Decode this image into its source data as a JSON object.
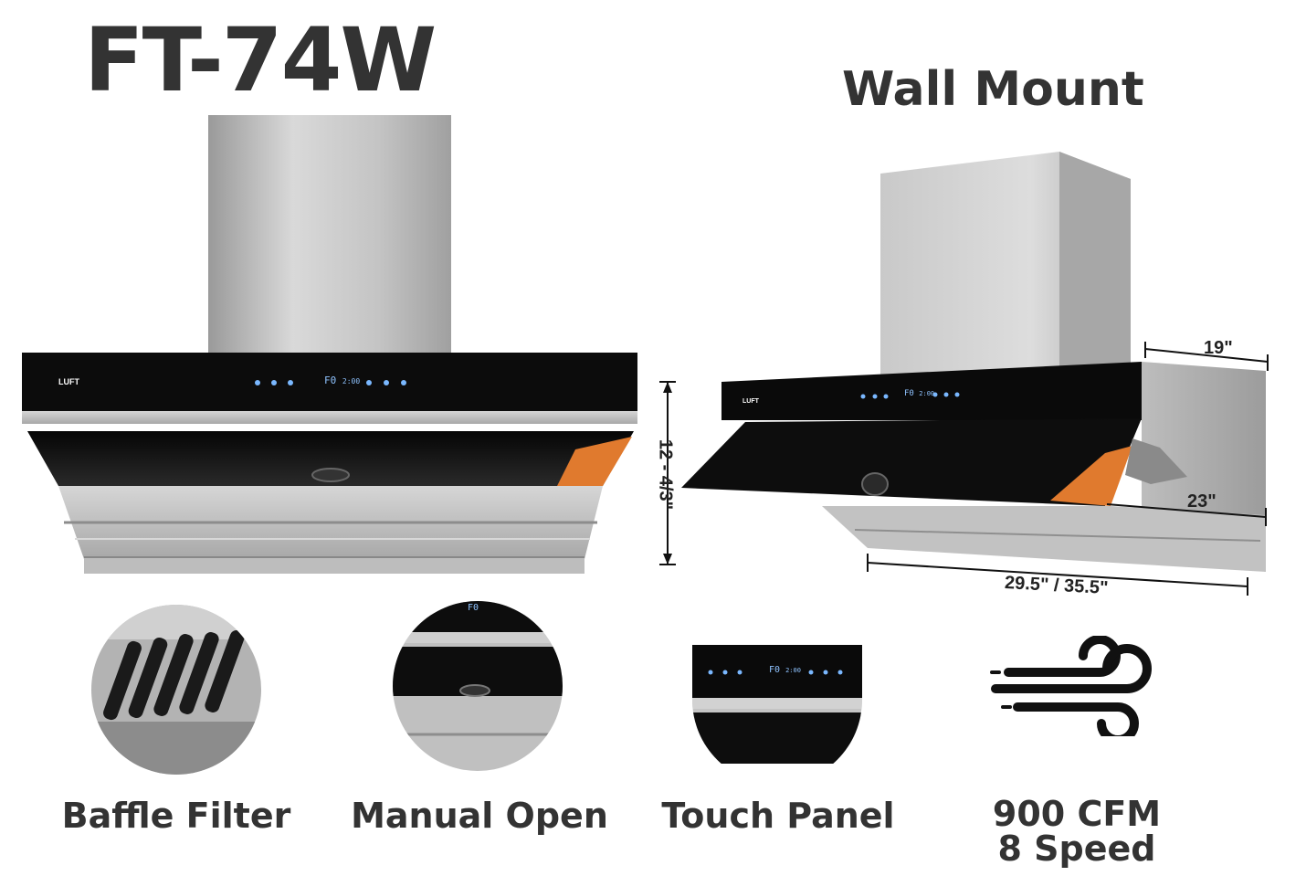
{
  "header": {
    "model": "FT-74W",
    "view_title": "Wall Mount"
  },
  "product": {
    "brand_mark": "LUFT",
    "display_readout": "F0",
    "display_time": "2:00"
  },
  "dimensions": {
    "height": "12 - 4/3\"",
    "depth": "19\"",
    "extension": "23\"",
    "width": "29.5\" / 35.5\""
  },
  "features": [
    {
      "label": "Baffle Filter",
      "icon": "baffle-filter-closeup"
    },
    {
      "label": "Manual Open",
      "icon": "manual-open-closeup"
    },
    {
      "label": "Touch Panel",
      "icon": "touch-panel-closeup"
    },
    {
      "label": "900 CFM",
      "label2": "8 Speed",
      "icon": "wind-icon"
    }
  ],
  "colors": {
    "text": "#333333",
    "steel": "#b8b8b8",
    "glass": "#111111",
    "warning_label": "#e07a2e"
  }
}
